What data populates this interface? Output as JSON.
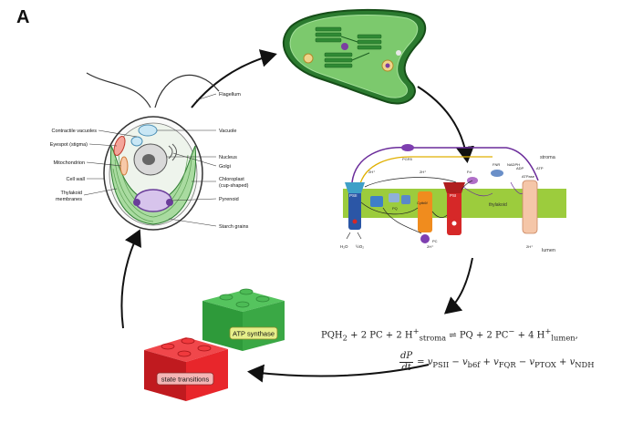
{
  "panel_label": "A",
  "cell": {
    "labels_left": {
      "contractile": "Contractile vacuoles",
      "eyespot": "Eyespot (stigma)",
      "mitochondrion": "Mitochondrion",
      "cellwall": "Cell wall",
      "thylakoid1": "Thylakoid",
      "thylakoid2": "membranes"
    },
    "labels_right": {
      "flagellum": "Flagellum",
      "vacuole": "Vacuole",
      "nucleus": "Nucleus",
      "golgi": "Golgi",
      "chloroplast1": "Chloroplast",
      "chloroplast2": "(cup-shaped)",
      "pyrenoid": "Pyrenoid",
      "starch": "Starch grains"
    }
  },
  "membrane": {
    "stroma": "stroma",
    "lumen": "lumen",
    "thylakoid": "thylakoid",
    "psii": "PSII",
    "psi": "PSI",
    "cytb6f": "Cytb6f",
    "atpase": "ATPase",
    "pgr5": "PGR5",
    "fnr": "FNR",
    "h2o": "H₂O",
    "o2": "½O₂",
    "hplus": "2H⁺",
    "pq": "PQ",
    "pc": "PC",
    "fd": "Fd",
    "nadph": "NADPH",
    "atp": "ATP",
    "adp": "ADP"
  },
  "lego": {
    "green_label": "ATP synthase",
    "red_label": "state transitions"
  },
  "colors": {
    "chloroplast_fill": "#7cc96d",
    "chloroplast_outline": "#1b5e20",
    "membrane_green": "#9ccc3d",
    "lego_green": "#3aa845",
    "lego_red": "#e8262b",
    "arrow": "#111111"
  }
}
